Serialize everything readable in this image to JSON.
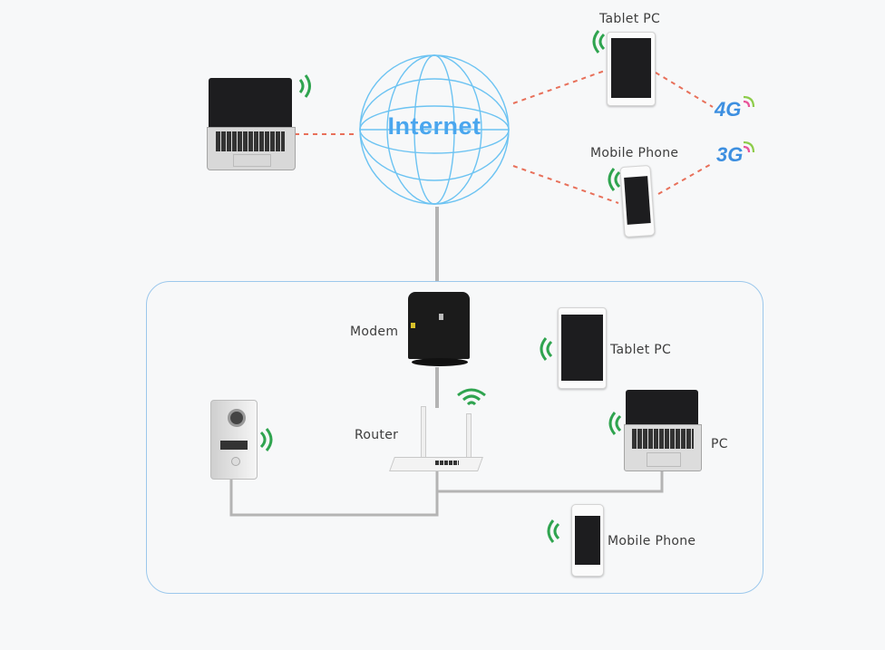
{
  "diagram": {
    "title": "Network Diagram",
    "internet": {
      "label": "Internet",
      "color": "#4aa6ee",
      "icon": "globe-icon"
    },
    "cellular": [
      {
        "label": "4G",
        "color": "#3d8fe0",
        "signal_colors": [
          "#e8559a",
          "#8dcc4a"
        ]
      },
      {
        "label": "3G",
        "color": "#3d8fe0",
        "signal_colors": [
          "#e8559a",
          "#8dcc4a"
        ]
      }
    ],
    "remote_devices": [
      {
        "id": "laptop-remote",
        "label": "",
        "icon": "laptop-icon",
        "wireless": true
      },
      {
        "id": "tablet-remote",
        "label": "Tablet PC",
        "icon": "tablet-icon",
        "wireless": true
      },
      {
        "id": "phone-remote",
        "label": "Mobile Phone",
        "icon": "phone-icon",
        "wireless": true
      }
    ],
    "lan": {
      "modem": {
        "label": "Modem",
        "icon": "modem-icon"
      },
      "router": {
        "label": "Router",
        "icon": "router-icon",
        "wireless": true
      },
      "doorbell": {
        "label": "",
        "icon": "video-doorbell-icon",
        "wireless": true
      },
      "tablet": {
        "label": "Tablet PC",
        "icon": "tablet-icon",
        "wireless": true
      },
      "pc": {
        "label": "PC",
        "icon": "laptop-icon",
        "wireless": true
      },
      "phone": {
        "label": "Mobile Phone",
        "icon": "phone-icon",
        "wireless": true
      }
    },
    "colors": {
      "wifi_signal": "#2fa44f",
      "dashed_link": "#e8705a",
      "wired_link": "#a9a9a9",
      "lan_border": "#9cc8ec"
    }
  }
}
